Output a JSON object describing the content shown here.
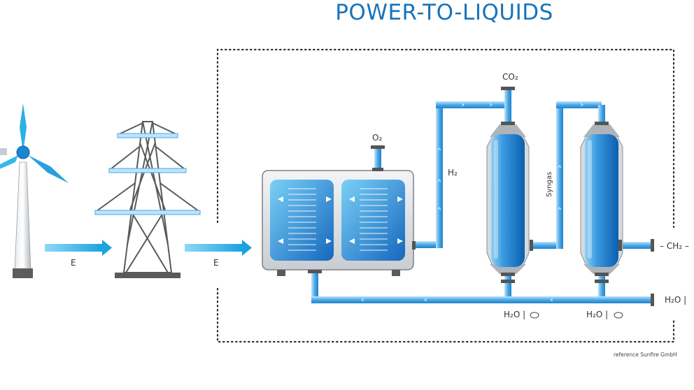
{
  "title": "POWER-TO-LIQUIDS",
  "labels": {
    "energy_1": "E",
    "energy_2": "E",
    "oxygen": "O₂",
    "hydrogen": "H₂",
    "carbon_dioxide": "CO₂",
    "syngas": "Syngas",
    "product": "– CH₂ –",
    "water_1": "H₂O  |",
    "water_2": "H₂O  |",
    "water_out": "H₂O  |"
  },
  "reference": "reference Sunfire GmbH",
  "colors": {
    "title": "#1a73b9",
    "pipe": "#4aa9e6",
    "reactor": "#1e7fcf",
    "tower": "#5a5a5a"
  }
}
